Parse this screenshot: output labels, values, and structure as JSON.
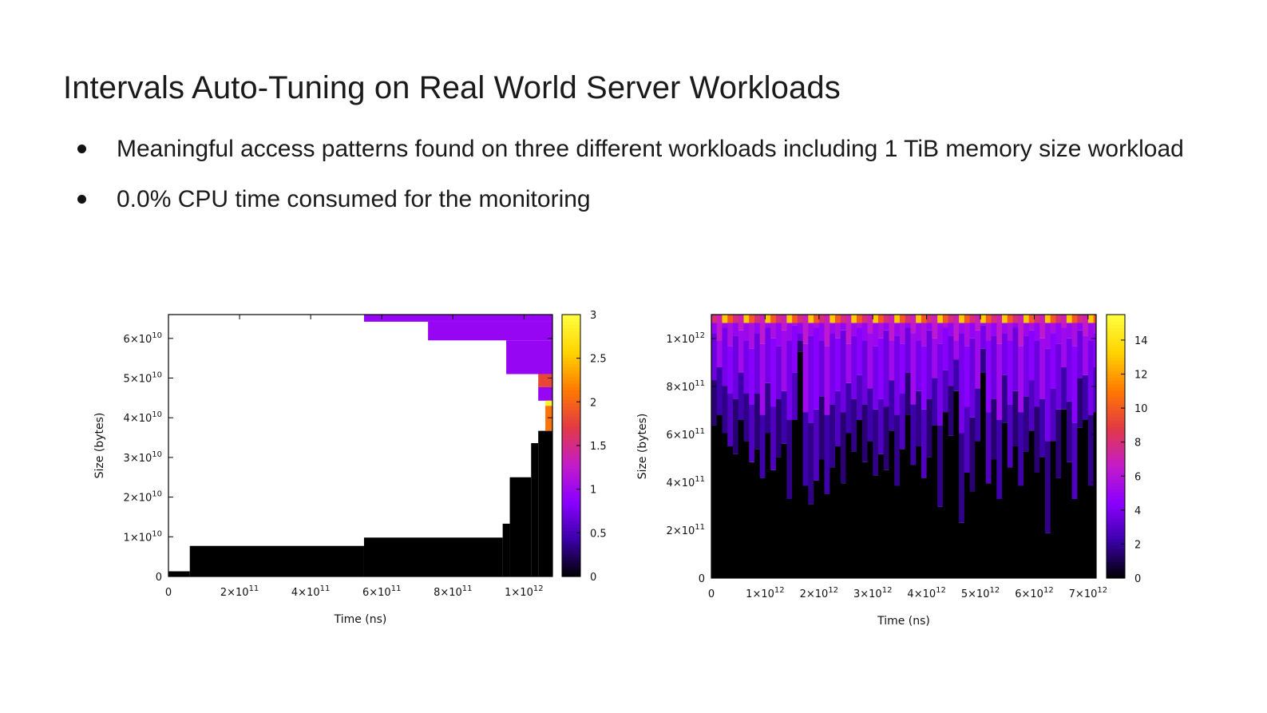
{
  "slide": {
    "title": "Intervals Auto-Tuning on Real World Server Workloads",
    "bullets": [
      "Meaningful access patterns found on three different workloads including 1 TiB memory size workload",
      "0.0% CPU time consumed for the monitoring"
    ]
  },
  "chart_data": [
    {
      "type": "heatmap",
      "xlabel": "Time (ns)",
      "ylabel": "Size (bytes)",
      "xlim": [
        0,
        1080000000000.0
      ],
      "ylim": [
        0,
        66000000000.0
      ],
      "xticks": [
        {
          "value": 0,
          "mant": "0",
          "exp": ""
        },
        {
          "value": 200000000000.0,
          "mant": "2×10",
          "exp": "11"
        },
        {
          "value": 400000000000.0,
          "mant": "4×10",
          "exp": "11"
        },
        {
          "value": 600000000000.0,
          "mant": "6×10",
          "exp": "11"
        },
        {
          "value": 800000000000.0,
          "mant": "8×10",
          "exp": "11"
        },
        {
          "value": 1000000000000.0,
          "mant": "1×10",
          "exp": "12"
        }
      ],
      "yticks": [
        {
          "value": 0,
          "mant": "0",
          "exp": ""
        },
        {
          "value": 10000000000.0,
          "mant": "1×10",
          "exp": "10"
        },
        {
          "value": 20000000000.0,
          "mant": "2×10",
          "exp": "10"
        },
        {
          "value": 30000000000.0,
          "mant": "3×10",
          "exp": "10"
        },
        {
          "value": 40000000000.0,
          "mant": "4×10",
          "exp": "10"
        },
        {
          "value": 50000000000.0,
          "mant": "5×10",
          "exp": "10"
        },
        {
          "value": 60000000000.0,
          "mant": "6×10",
          "exp": "10"
        }
      ],
      "colorbar": {
        "min": 0,
        "max": 3,
        "ticks": [
          "0",
          "0.5",
          "1",
          "1.5",
          "2",
          "2.5",
          "3"
        ]
      },
      "colormap": [
        "#000000",
        "#3b00a8",
        "#8a00ff",
        "#c41cc8",
        "#e23a44",
        "#ff7a00",
        "#ffd400",
        "#ffff40"
      ],
      "background": "#ffffff",
      "cells": [
        {
          "x0": 0,
          "x1": 60000000000.0,
          "y0": 0,
          "y1": 1300000000.0,
          "v": 0
        },
        {
          "x0": 60000000000.0,
          "x1": 550000000000.0,
          "y0": 0,
          "y1": 7700000000.0,
          "v": 0
        },
        {
          "x0": 550000000000.0,
          "x1": 940000000000.0,
          "y0": 0,
          "y1": 9800000000.0,
          "v": 0
        },
        {
          "x0": 940000000000.0,
          "x1": 960000000000.0,
          "y0": 0,
          "y1": 13300000000.0,
          "v": 0
        },
        {
          "x0": 960000000000.0,
          "x1": 1020000000000.0,
          "y0": 0,
          "y1": 25000000000.0,
          "v": 0
        },
        {
          "x0": 1020000000000.0,
          "x1": 1040000000000.0,
          "y0": 0,
          "y1": 33600000000.0,
          "v": 0
        },
        {
          "x0": 1040000000000.0,
          "x1": 1080000000000.0,
          "y0": 0,
          "y1": 36700000000.0,
          "v": 0
        },
        {
          "x0": 550000000000.0,
          "x1": 1080000000000.0,
          "y0": 64200000000.0,
          "y1": 66000000000.0,
          "v": 0.95
        },
        {
          "x0": 730000000000.0,
          "x1": 1080000000000.0,
          "y0": 59500000000.0,
          "y1": 64200000000.0,
          "v": 0.95
        },
        {
          "x0": 950000000000.0,
          "x1": 1080000000000.0,
          "y0": 51000000000.0,
          "y1": 59500000000.0,
          "v": 0.95
        },
        {
          "x0": 1040000000000.0,
          "x1": 1080000000000.0,
          "y0": 47700000000.0,
          "y1": 51000000000.0,
          "v": 1.8
        },
        {
          "x0": 1040000000000.0,
          "x1": 1080000000000.0,
          "y0": 44300000000.0,
          "y1": 47700000000.0,
          "v": 0.95
        },
        {
          "x0": 1060000000000.0,
          "x1": 1080000000000.0,
          "y0": 43000000000.0,
          "y1": 44300000000.0,
          "v": 2.9
        },
        {
          "x0": 1060000000000.0,
          "x1": 1080000000000.0,
          "y0": 36700000000.0,
          "y1": 43000000000.0,
          "v": 2.1
        }
      ]
    },
    {
      "type": "heatmap",
      "xlabel": "Time (ns)",
      "ylabel": "Size (bytes)",
      "xlim": [
        0,
        7150000000000.0
      ],
      "ylim": [
        0,
        1100000000000.0
      ],
      "xticks": [
        {
          "value": 0,
          "mant": "0",
          "exp": ""
        },
        {
          "value": 1000000000000.0,
          "mant": "1×10",
          "exp": "12"
        },
        {
          "value": 2000000000000.0,
          "mant": "2×10",
          "exp": "12"
        },
        {
          "value": 3000000000000.0,
          "mant": "3×10",
          "exp": "12"
        },
        {
          "value": 4000000000000.0,
          "mant": "4×10",
          "exp": "12"
        },
        {
          "value": 5000000000000.0,
          "mant": "5×10",
          "exp": "12"
        },
        {
          "value": 6000000000000.0,
          "mant": "6×10",
          "exp": "12"
        },
        {
          "value": 7000000000000.0,
          "mant": "7×10",
          "exp": "12"
        }
      ],
      "yticks": [
        {
          "value": 0,
          "mant": "0",
          "exp": ""
        },
        {
          "value": 200000000000.0,
          "mant": "2×10",
          "exp": "11"
        },
        {
          "value": 400000000000.0,
          "mant": "4×10",
          "exp": "11"
        },
        {
          "value": 600000000000.0,
          "mant": "6×10",
          "exp": "11"
        },
        {
          "value": 800000000000.0,
          "mant": "8×10",
          "exp": "11"
        },
        {
          "value": 1000000000000.0,
          "mant": "1×10",
          "exp": "12"
        }
      ],
      "colorbar": {
        "min": 0,
        "max": 15.5,
        "ticks": [
          "0",
          "2",
          "4",
          "6",
          "8",
          "10",
          "12",
          "14"
        ]
      },
      "colormap": [
        "#000000",
        "#3b00a8",
        "#8a00ff",
        "#c41cc8",
        "#e23a44",
        "#ff7a00",
        "#ffd400",
        "#ffff40"
      ],
      "column_width": 100000000000.0,
      "column_count": 72,
      "cold_fraction": [
        0.58,
        0.62,
        0.55,
        0.5,
        0.47,
        0.6,
        0.52,
        0.44,
        0.49,
        0.38,
        0.55,
        0.41,
        0.46,
        0.51,
        0.3,
        0.6,
        0.86,
        0.35,
        0.28,
        0.37,
        0.45,
        0.32,
        0.42,
        0.5,
        0.36,
        0.55,
        0.48,
        0.6,
        0.44,
        0.52,
        0.39,
        0.47,
        0.41,
        0.56,
        0.35,
        0.49,
        0.62,
        0.43,
        0.5,
        0.38,
        0.46,
        0.58,
        0.27,
        0.63,
        0.54,
        0.71,
        0.21,
        0.4,
        0.33,
        0.52,
        0.78,
        0.36,
        0.45,
        0.3,
        0.59,
        0.42,
        0.5,
        0.35,
        0.48,
        0.56,
        0.4,
        0.46,
        0.17,
        0.52,
        0.38,
        0.64,
        0.44,
        0.3,
        0.57,
        0.6,
        0.35,
        0.63
      ],
      "mid_fraction": [
        0.75,
        0.8,
        0.73,
        0.7,
        0.68,
        0.78,
        0.7,
        0.66,
        0.7,
        0.62,
        0.74,
        0.65,
        0.68,
        0.71,
        0.6,
        0.78,
        0.9,
        0.63,
        0.59,
        0.64,
        0.69,
        0.62,
        0.66,
        0.71,
        0.63,
        0.74,
        0.68,
        0.77,
        0.66,
        0.72,
        0.64,
        0.68,
        0.65,
        0.75,
        0.62,
        0.7,
        0.78,
        0.66,
        0.71,
        0.64,
        0.68,
        0.76,
        0.58,
        0.79,
        0.73,
        0.83,
        0.55,
        0.65,
        0.61,
        0.72,
        0.87,
        0.63,
        0.68,
        0.6,
        0.77,
        0.66,
        0.71,
        0.63,
        0.69,
        0.75,
        0.65,
        0.68,
        0.52,
        0.72,
        0.64,
        0.8,
        0.67,
        0.59,
        0.76,
        0.77,
        0.62,
        0.8
      ],
      "hot_fraction": [
        0.93,
        0.9,
        0.95,
        0.88,
        0.92,
        0.94,
        0.9,
        0.87,
        0.93,
        0.89,
        0.95,
        0.91,
        0.88,
        0.94,
        0.9,
        0.96,
        0.93,
        0.89,
        0.92,
        0.95,
        0.9,
        0.88,
        0.93,
        0.91,
        0.94,
        0.89,
        0.92,
        0.95,
        0.9,
        0.93,
        0.88,
        0.91,
        0.94,
        0.9,
        0.92,
        0.89,
        0.95,
        0.93,
        0.9,
        0.88,
        0.94,
        0.91,
        0.89,
        0.95,
        0.92,
        0.9,
        0.93,
        0.88,
        0.91,
        0.94,
        0.96,
        0.9,
        0.92,
        0.89,
        0.93,
        0.9,
        0.95,
        0.88,
        0.92,
        0.94,
        0.9,
        0.91,
        0.87,
        0.93,
        0.89,
        0.95,
        0.91,
        0.88,
        0.94,
        0.92,
        0.9,
        0.93
      ],
      "cold_value": 0,
      "mid_values": [
        1.5,
        2.3,
        1.8,
        2.8
      ],
      "hot_values": [
        3.6,
        4.4,
        3.9,
        5.2
      ],
      "top_band": {
        "y0": 1065000000000.0,
        "y1": 1100000000000.0,
        "values": [
          8,
          10,
          13,
          7
        ]
      }
    }
  ]
}
